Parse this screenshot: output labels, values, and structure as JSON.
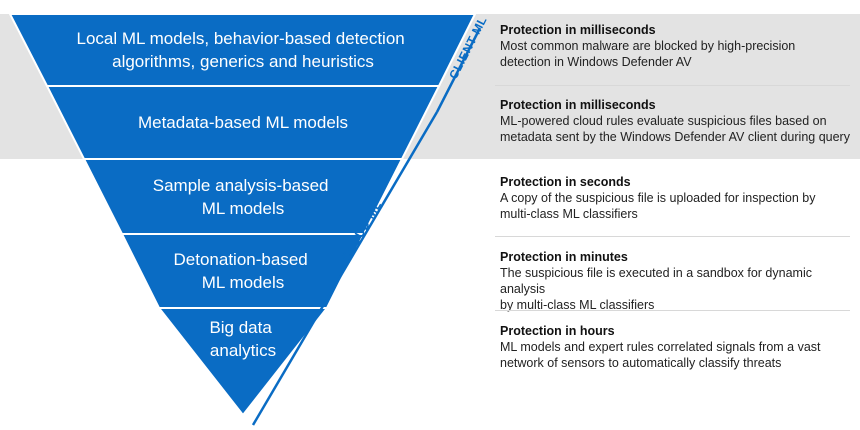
{
  "colors": {
    "band_fill": "#0a6cc4",
    "band_stroke": "#ffffff",
    "client_bg": "#e3e3e3",
    "accent_line": "#0a6cc4"
  },
  "pyramid": {
    "bands": [
      {
        "lines": [
          "Local ML models, behavior-based detection",
          "algorithms, generics and heuristics"
        ]
      },
      {
        "lines": [
          "Metadata-based ML models"
        ]
      },
      {
        "lines": [
          "Sample analysis-based",
          "ML models"
        ]
      },
      {
        "lines": [
          "Detonation-based",
          "ML models"
        ]
      },
      {
        "lines": [
          "Big data",
          "analytics"
        ]
      }
    ]
  },
  "side_labels": {
    "client": "CLIENT ML",
    "cloud": "CLOUD ML"
  },
  "descriptions": [
    {
      "title": "Protection in milliseconds",
      "lines": [
        "Most common malware are blocked by high-precision",
        "detection in Windows Defender AV"
      ]
    },
    {
      "title": "Protection in milliseconds",
      "lines": [
        "ML-powered cloud rules evaluate suspicious files based on",
        "metadata sent by the Windows Defender AV client during query"
      ]
    },
    {
      "title": "Protection in seconds",
      "lines": [
        "A copy of the suspicious file is uploaded for inspection by",
        "multi-class ML classifiers"
      ]
    },
    {
      "title": "Protection in minutes",
      "lines": [
        "The suspicious file is executed in a sandbox for dynamic analysis",
        "by multi-class ML classifiers"
      ]
    },
    {
      "title": "Protection in hours",
      "lines": [
        "ML models and expert rules correlated signals from a  vast",
        "network of sensors to automatically classify threats"
      ]
    }
  ]
}
